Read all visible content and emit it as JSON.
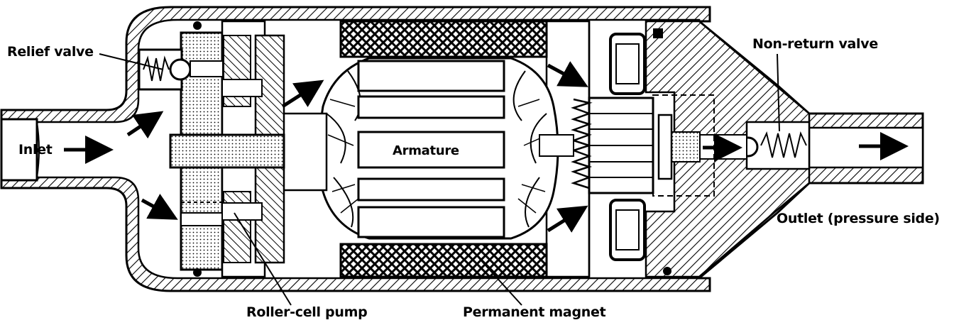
{
  "labels": {
    "relief_valve": "Relief valve",
    "inlet": "Inlet",
    "armature": "Armature",
    "roller_cell_pump": "Roller-cell pump",
    "permanent_magnet": "Permanent magnet",
    "non_return_valve": "Non-return valve",
    "outlet": "Outlet (pressure side)"
  },
  "colors": {
    "ink": "#000000",
    "paper": "#ffffff"
  }
}
